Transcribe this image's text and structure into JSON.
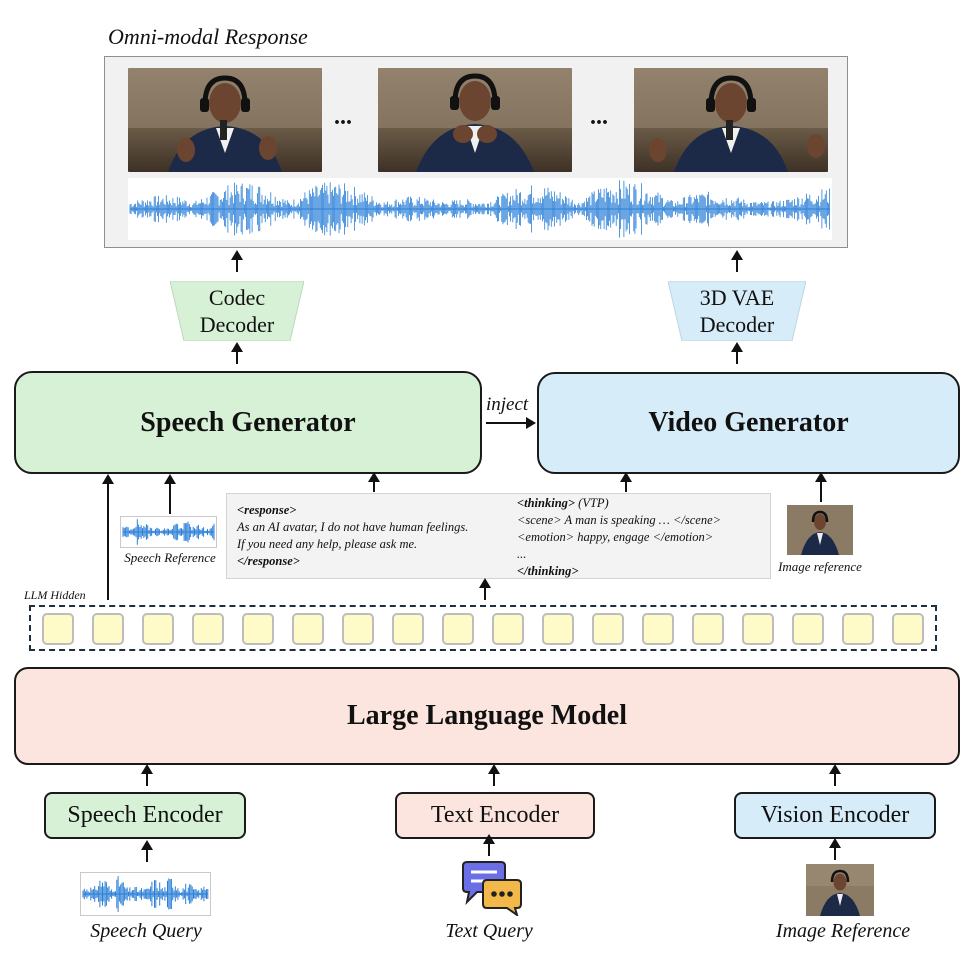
{
  "response_title": "Omni-modal Response",
  "ellipsis": [
    "...",
    "..."
  ],
  "decoders": {
    "codec": "Codec\nDecoder",
    "vae": "3D VAE\nDecoder"
  },
  "generators": {
    "speech": "Speech Generator",
    "video": "Video Generator",
    "inject": "inject"
  },
  "references": {
    "speech": "Speech Reference",
    "image": "Image reference",
    "llm_hidden": "LLM Hidden"
  },
  "text_panel": {
    "response_open": "<response>",
    "response_line1": "As an AI avatar, I do not have human feelings.",
    "response_line2": "If you need any help, please ask me.",
    "response_close": "</response>",
    "thinking_open": "<thinking>",
    "thinking_tag": " (VTP)",
    "scene": "<scene> A man is speaking … </scene>",
    "emotion": "<emotion> happy, engage </emotion>",
    "ellipsis": "...",
    "thinking_close": "</thinking>"
  },
  "llm": "Large Language Model",
  "encoders": {
    "speech": "Speech Encoder",
    "text": "Text Encoder",
    "vision": "Vision Encoder"
  },
  "queries": {
    "speech": "Speech Query",
    "text": "Text Query",
    "image": "Image Reference"
  },
  "token_count": 18,
  "colors": {
    "green": "#d7f1d7",
    "blue": "#d6ecf8",
    "pink": "#fbe5de",
    "token": "#fffbc8",
    "wave": "#2a7fd8",
    "panel": "#f3f3f3"
  }
}
